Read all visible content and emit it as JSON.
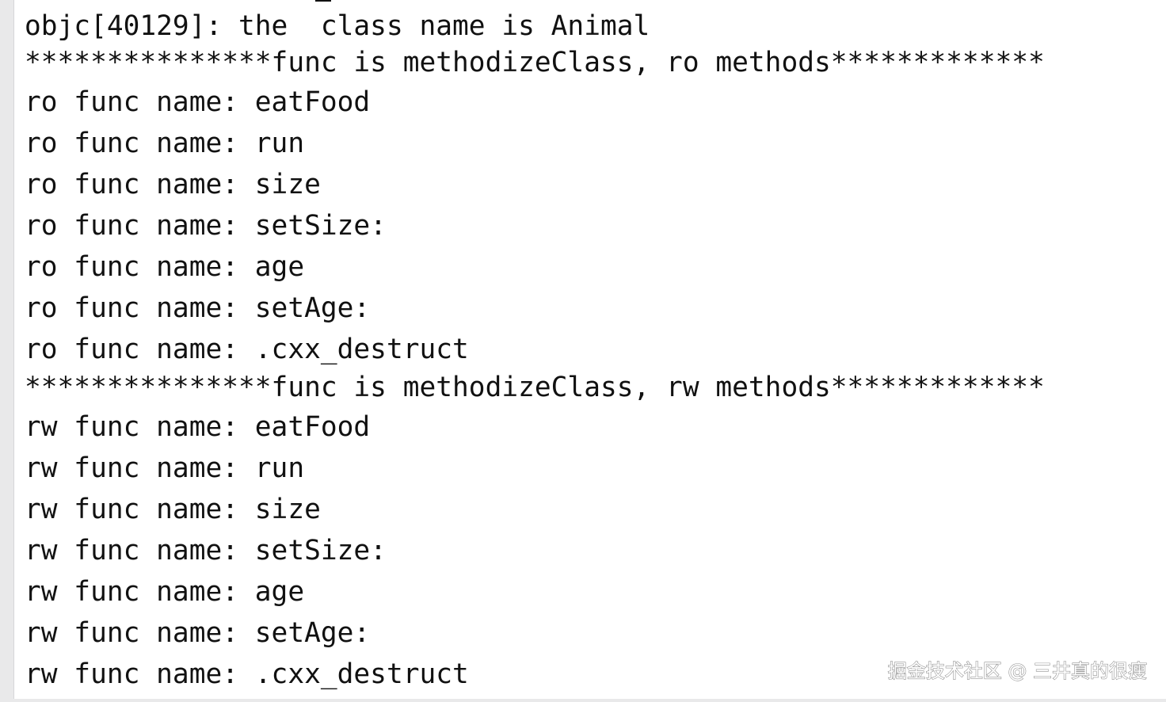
{
  "console": {
    "lines": [
      "objc[40129]: the  class name is Animal",
      "***************func is methodizeClass, ro methods*************",
      "ro func name: eatFood",
      "ro func name: run",
      "ro func name: size",
      "ro func name: setSize:",
      "ro func name: age",
      "ro func name: setAge:",
      "ro func name: .cxx_destruct",
      "***************func is methodizeClass, rw methods*************",
      "rw func name: eatFood",
      "rw func name: run",
      "rw func name: size",
      "rw func name: setSize:",
      "rw func name: age",
      "rw func name: setAge:",
      "rw func name: .cxx_destruct"
    ]
  },
  "watermark": {
    "text": "掘金技术社区 @ 三井真的很瘦"
  },
  "colors": {
    "text": "#111111",
    "background": "#ffffff",
    "gutter": "#e9e9ea"
  }
}
